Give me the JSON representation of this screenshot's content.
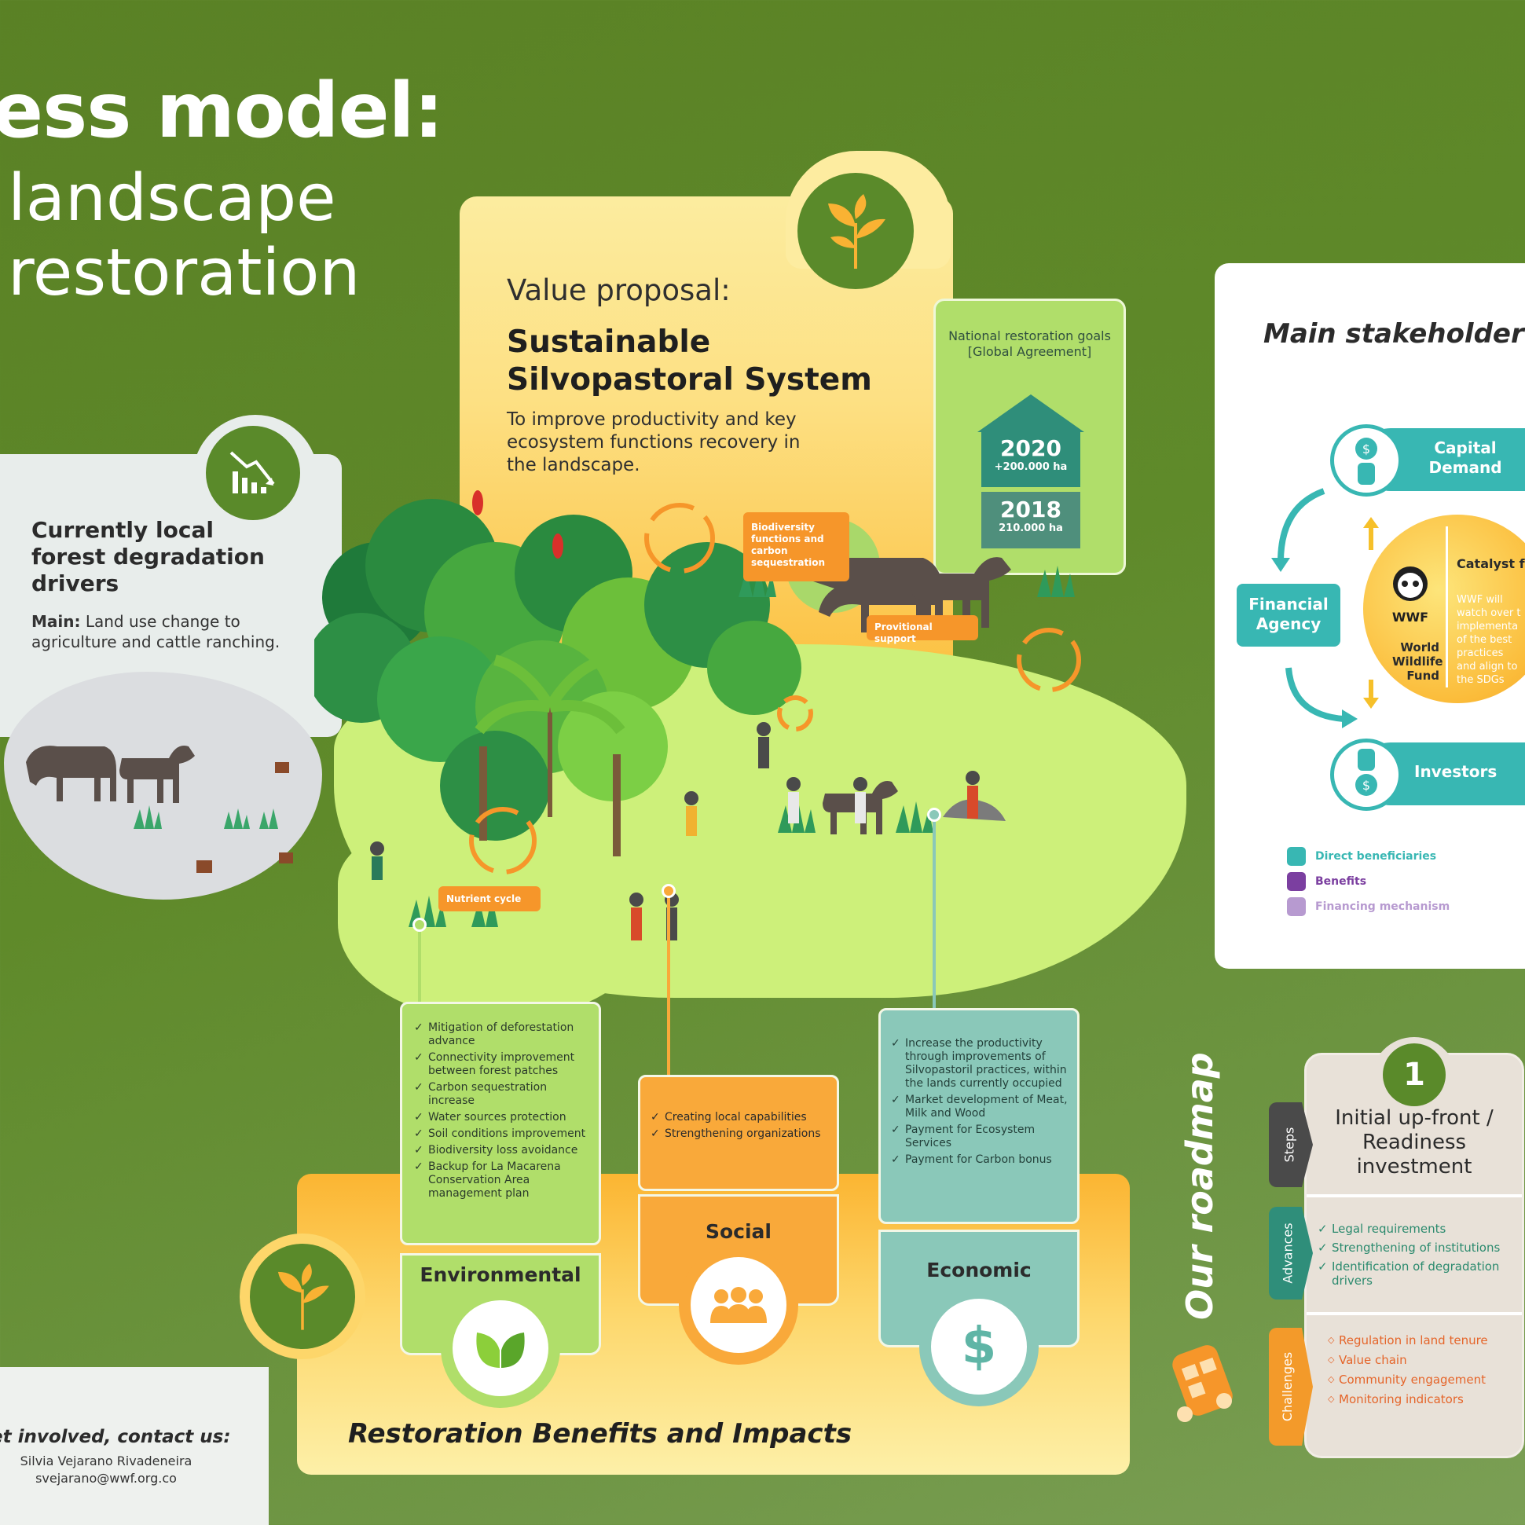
{
  "title": {
    "line1": "ess model:",
    "line2": "landscape",
    "line3": "restoration"
  },
  "value_proposal": {
    "label": "Value proposal:",
    "title": "Sustainable Silvopastoral System",
    "description": "To improve productivity and key ecosystem functions recovery in the landscape."
  },
  "national_goals": {
    "heading": "National restoration goals [Global Agreement]",
    "goal_2020_year": "2020",
    "goal_2020_value": "+200.000 ha",
    "goal_2018_year": "2018",
    "goal_2018_value": "210.000 ha"
  },
  "current_drivers": {
    "title": "Currently local forest degradation drivers",
    "main_label": "Main:",
    "main_text": "Land use change to agriculture and cattle ranching."
  },
  "bubbles": {
    "biodiversity": "Biodiversity functions and carbon sequestration",
    "provisional": "Provitional support",
    "nutrient": "Nutrient cycle"
  },
  "benefits": {
    "title": "Restoration Benefits and Impacts",
    "environmental": {
      "heading": "Environmental",
      "items": [
        "Mitigation of deforestation advance",
        "Connectivity improvement between forest patches",
        "Carbon sequestration increase",
        "Water sources protection",
        "Soil conditions improvement",
        "Biodiversity loss avoidance",
        "Backup for La Macarena Conservation Area management plan"
      ]
    },
    "social": {
      "heading": "Social",
      "items": [
        "Creating local capabilities",
        "Strengthening organizations"
      ]
    },
    "economic": {
      "heading": "Economic",
      "items": [
        "Increase the productivity through improvements of Silvopastoril practices, within the lands currently occupied",
        "Market development of Meat, Milk and Wood",
        "Payment for Ecosystem Services",
        "Payment for Carbon bonus"
      ]
    }
  },
  "stakeholders": {
    "title": "Main stakeholder r",
    "capital_demand": "Capital Demand",
    "financial_agency": "Financial Agency",
    "investors": "Investors",
    "wwf_logo_text": "WWF",
    "wwf_name": "World Wildlife Fund",
    "catalyst_title": "Catalyst for Chang",
    "catalyst_desc": [
      "WWF will",
      "watch over t",
      "implementa",
      "of the best",
      "practices",
      "and align to",
      "the SDGs"
    ],
    "legend": [
      {
        "label": "Direct beneficiaries",
        "color": "#38b7b3"
      },
      {
        "label": "Benefits",
        "color": "#7b3fa0"
      },
      {
        "label": "Financing mechanism",
        "color": "#b79ad0"
      }
    ]
  },
  "roadmap": {
    "title": "Our roadmap",
    "step_number": "1",
    "step_text": "Initial up-front / Readiness investment",
    "tag_steps": "Steps",
    "tag_advances": "Advances",
    "tag_challenges": "Challenges",
    "advances": [
      "Legal requirements",
      "Strengthening of institutions",
      "Identification of degradation drivers"
    ],
    "challenges": [
      "Regulation in land tenure",
      "Value chain",
      "Community engagement",
      "Monitoring indicators"
    ]
  },
  "contact": {
    "title": "et involved, contact us:",
    "name": "Silvia Vejarano Rivadeneira",
    "email": "svejarano@wwf.org.co"
  },
  "colors": {
    "background": "#5f8a2a",
    "accent_green": "#5a8a2a",
    "environmental": "#b0de6a",
    "social": "#f9a93a",
    "economic": "#8ac8b9",
    "teal": "#38b7b3",
    "orange": "#f6962a"
  }
}
